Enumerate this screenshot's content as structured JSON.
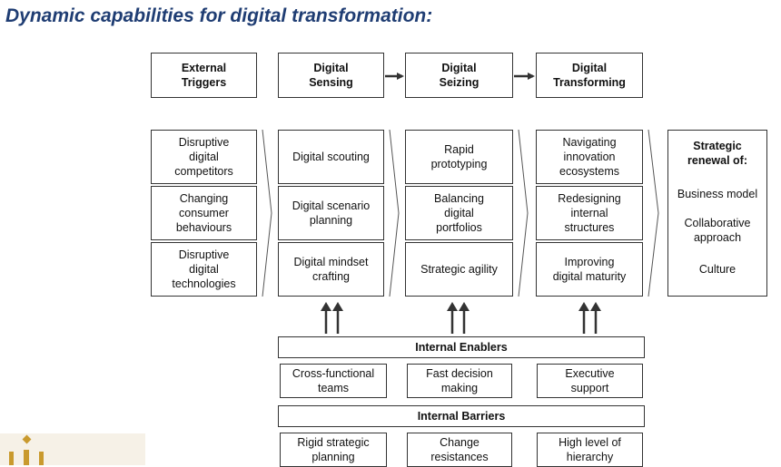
{
  "title": "Dynamic capabilities for digital transformation:",
  "headers": {
    "external": "External\nTriggers",
    "sensing": "Digital\nSensing",
    "seizing": "Digital\nSeizing",
    "transforming": "Digital\nTransforming"
  },
  "triggers": [
    "Disruptive\ndigital\ncompetitors",
    "Changing\nconsumer\nbehaviours",
    "Disruptive\ndigital\ntechnologies"
  ],
  "sensing": [
    "Digital scouting",
    "Digital scenario\nplanning",
    "Digital mindset\ncrafting"
  ],
  "seizing": [
    "Rapid\nprototyping",
    "Balancing\ndigital\nportfolios",
    "Strategic agility"
  ],
  "transforming": [
    "Navigating\ninnovation\necosystems",
    "Redesigning\ninternal\nstructures",
    "Improving\ndigital maturity"
  ],
  "renewal": {
    "title": "Strategic\nrenewal of:",
    "items": [
      "Business model",
      "Collaborative\napproach",
      "Culture"
    ]
  },
  "enablers": {
    "title": "Internal Enablers",
    "items": [
      "Cross-functional\nteams",
      "Fast decision\nmaking",
      "Executive\nsupport"
    ]
  },
  "barriers": {
    "title": "Internal Barriers",
    "items": [
      "Rigid strategic\nplanning",
      "Change\nresistances",
      "High level of\nhierarchy"
    ]
  },
  "colors": {
    "title": "#1f3d73",
    "line": "#333333",
    "logo": "#c99a2e"
  }
}
